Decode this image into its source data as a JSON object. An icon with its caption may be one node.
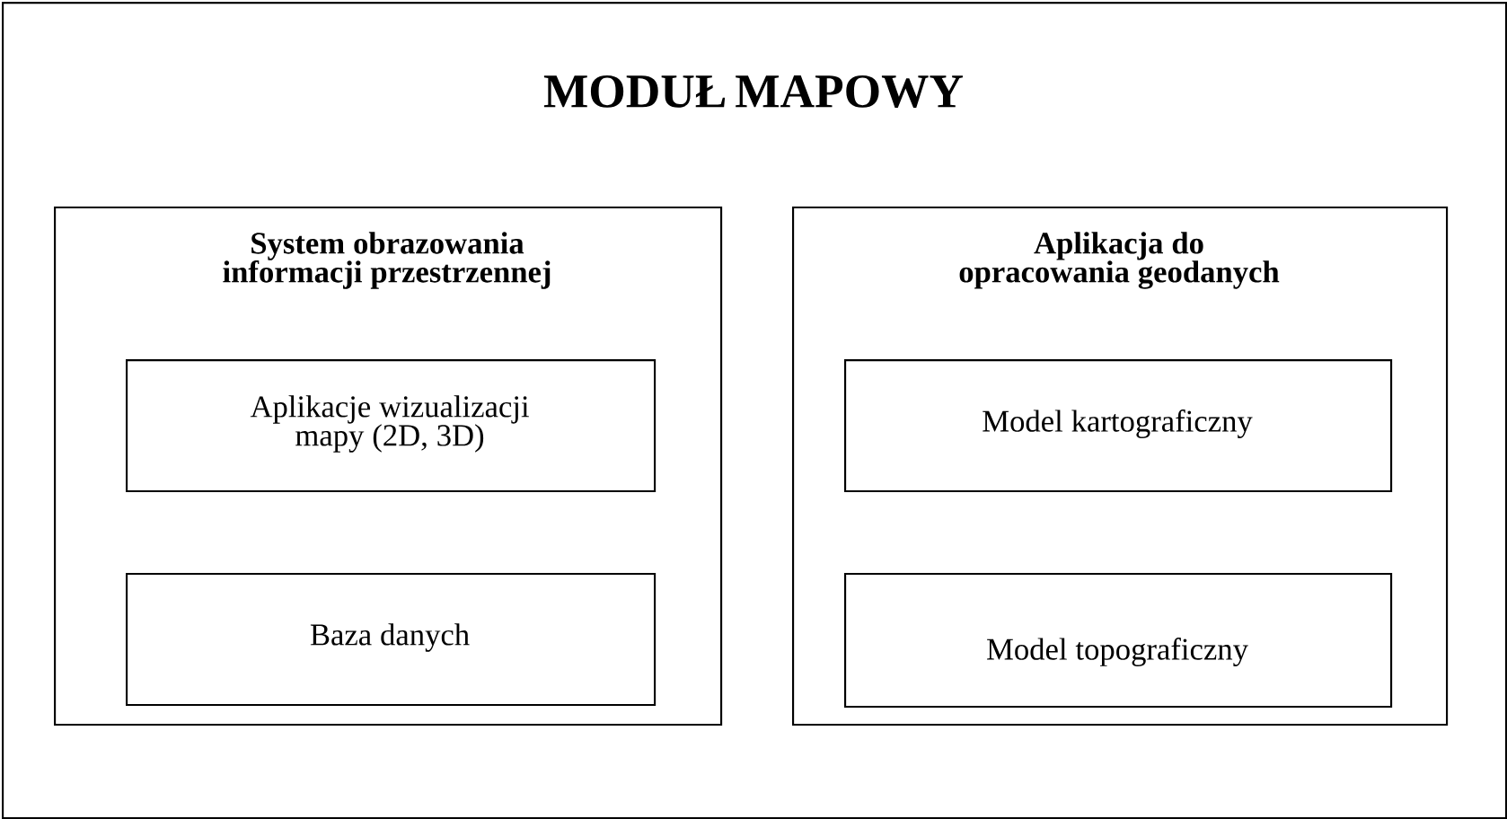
{
  "diagram": {
    "nodes": [
      {
        "text": [
          "MODUŁ MAPOWY"
        ]
      },
      {
        "text": [
          "System obrazowania informacji przestrzennej"
        ],
        "in": 0
      },
      {
        "text": [
          "Aplikacje wizualizacji mapy (2D, 3D)"
        ],
        "in": 1
      },
      {
        "text": [
          "Baza danych"
        ],
        "in": 1
      },
      {
        "text": [
          "Aplikacja do opracowania geodanych"
        ],
        "in": 0
      },
      {
        "text": [
          "Model kartograficzny"
        ],
        "in": 4
      },
      {
        "text": [
          "Model topograficzny"
        ],
        "in": 4
      }
    ]
  }
}
